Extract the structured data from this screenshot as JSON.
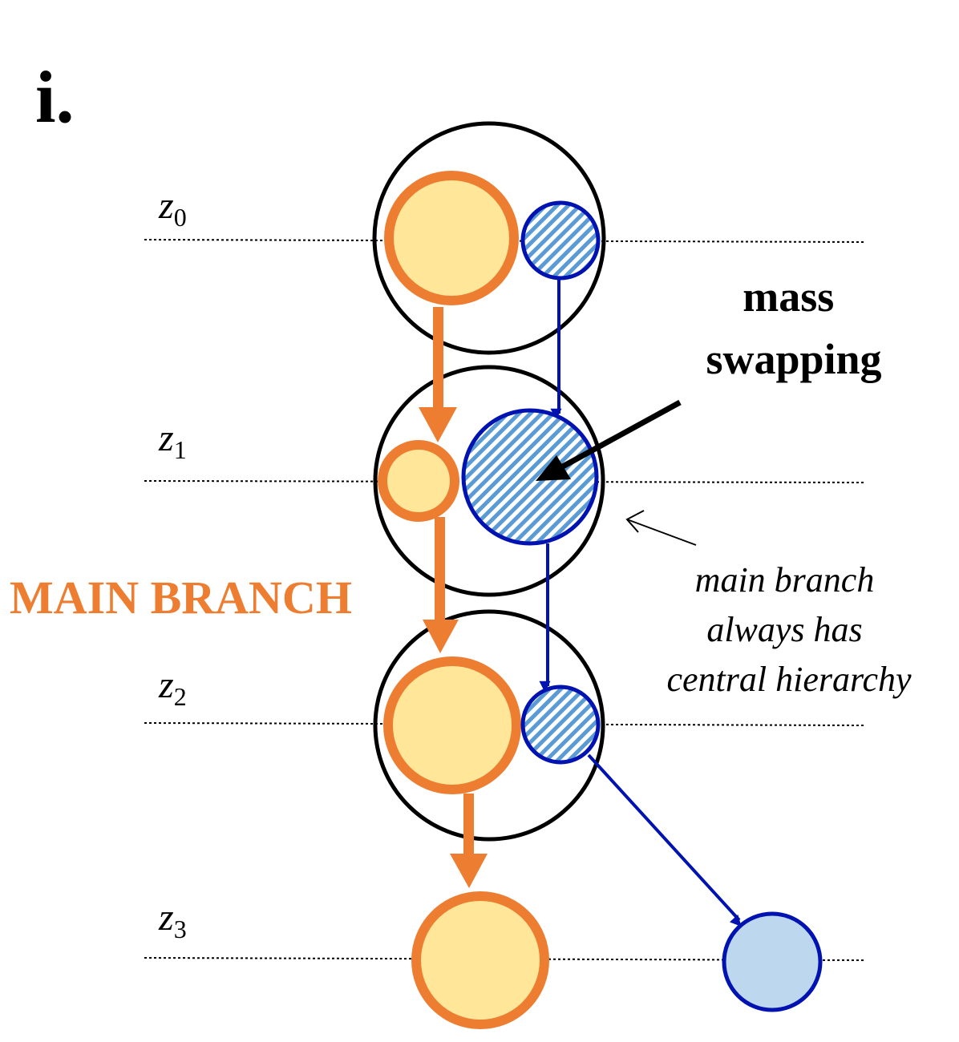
{
  "panel_label": "i.",
  "z_levels": [
    {
      "symbol": "z",
      "subscript": "0"
    },
    {
      "symbol": "z",
      "subscript": "1"
    },
    {
      "symbol": "z",
      "subscript": "2"
    },
    {
      "symbol": "z",
      "subscript": "3"
    }
  ],
  "labels": {
    "main_branch": "MAIN BRANCH",
    "mass_swapping_line1": "mass",
    "mass_swapping_line2": "swapping",
    "note_line1": "main branch",
    "note_line2": "always has",
    "note_line3": "central hierarchy"
  },
  "colors": {
    "main_branch": "#ED7D31",
    "main_branch_fill": "#FFE699",
    "secondary_branch": "#0012B0",
    "secondary_hatch": "#5B9BD5",
    "secondary_fill": "#BDD7EE",
    "host_halo": "#000000"
  }
}
